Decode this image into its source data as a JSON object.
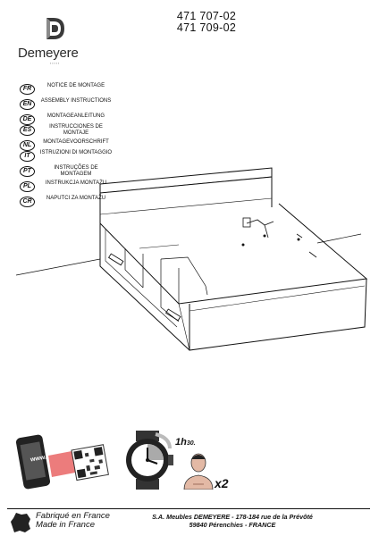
{
  "header": {
    "refs": [
      "471 707-02",
      "471 709-02"
    ],
    "brand": "Demeyere"
  },
  "languages": [
    {
      "code": "FR",
      "label": "NOTICE DE MONTAGE"
    },
    {
      "code": "EN",
      "label": "ASSEMBLY INSTRUCTIONS"
    },
    {
      "code": "DE",
      "label": "MONTAGEANLEITUNG"
    },
    {
      "code": "ES",
      "label": "INSTRUCCIONES DE MONTAJE"
    },
    {
      "code": "NL",
      "label": "MONTAGEVOORSCHRIFT"
    },
    {
      "code": "IT",
      "label": "ISTRUZIONI DI MONTAGGIO"
    },
    {
      "code": "PT",
      "label": "INSTRUÇÕES DE MONTAGEM"
    },
    {
      "code": "PL",
      "label": "INSTRUKCJA MONTAŻU"
    },
    {
      "code": "CR",
      "label": "NAPUTCI ZA MONTAŽU"
    }
  ],
  "info": {
    "www": "www.",
    "time_hours": "1h",
    "time_minutes": "30.",
    "people": "x2"
  },
  "footer": {
    "made_fr": "Fabriqué en France",
    "made_en": "Made in France",
    "company_line1": "S.A. Meubles DEMEYERE - 178-184 rue de la Prévôté",
    "company_line2": "59840 Pérenchies - FRANCE"
  }
}
